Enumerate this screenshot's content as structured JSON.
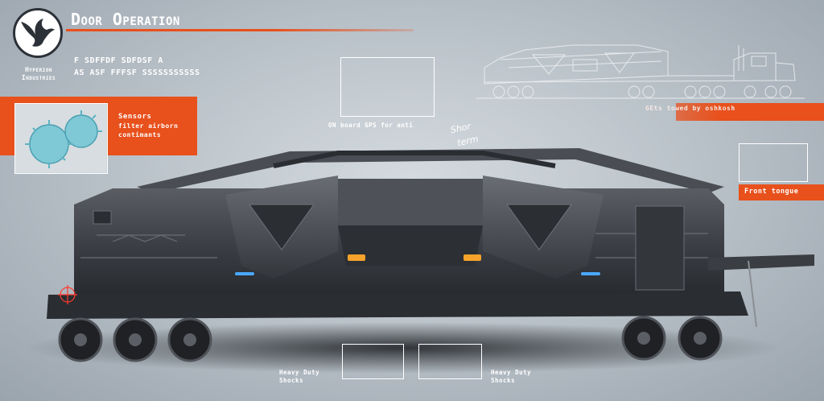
{
  "title": "Door Operation",
  "brand": {
    "name_line1": "Hyperion",
    "name_line2": "Industries",
    "logo_icon": "eagle-icon"
  },
  "notes": {
    "line1": "F SDFFDF SDFDSF A",
    "line2": "AS ASF FFFSF SSSSSSSSSSS"
  },
  "sensors": {
    "title": "Sensors",
    "line1": "filter airborn",
    "line2": "contimants",
    "image_icon": "virus-icon"
  },
  "gps_label": "ON board GPS for anti",
  "handwritten": {
    "line1": "Shor",
    "line2": "term"
  },
  "towed_label": "GEts towed by oshkosh",
  "front_tongue_label": "Front tongue",
  "shocks_left": {
    "line1": "Heavy Duty",
    "line2": "Shocks"
  },
  "shocks_right": {
    "line1": "Heavy Duty",
    "line2": "Shocks"
  },
  "colors": {
    "accent": "#e8501c",
    "bg": "#bcc4cb",
    "vehicle": "#3a3d42"
  }
}
